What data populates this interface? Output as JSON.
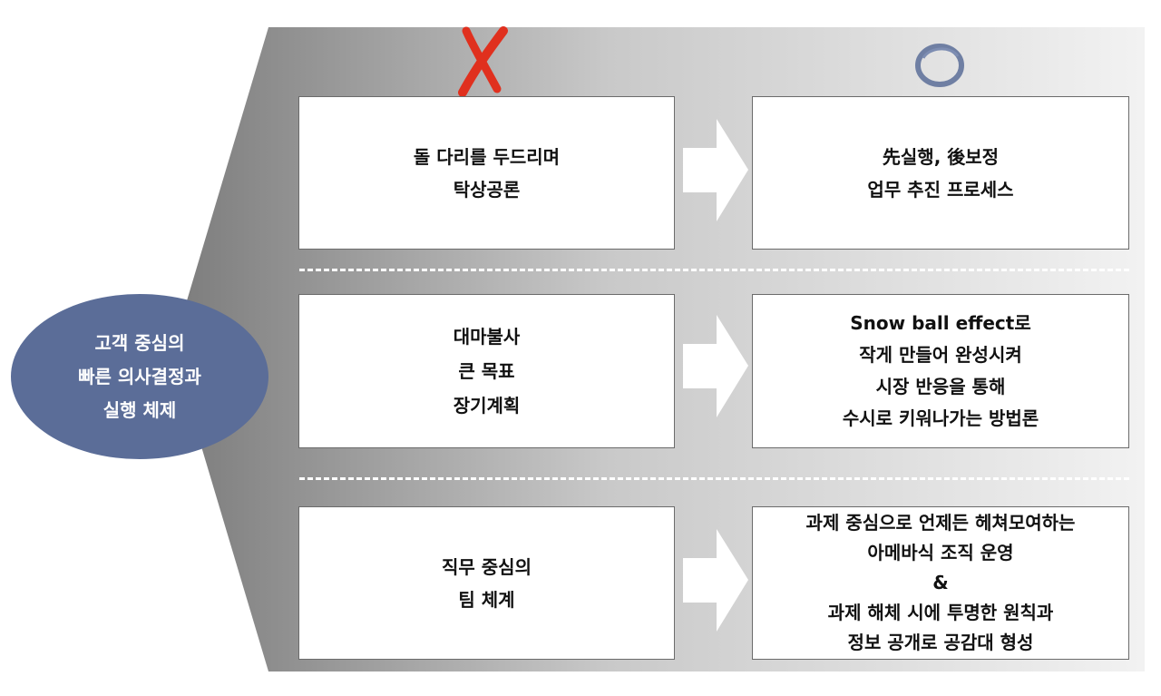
{
  "center": {
    "lines": [
      "고객 중심의",
      "빠른 의사결정과",
      "실행 체제"
    ]
  },
  "marks": {
    "left_symbol": "x-mark-icon",
    "right_symbol": "circle-mark-icon",
    "left_color": "#e0301e",
    "right_color": "#5b6d98"
  },
  "rows": [
    {
      "before": [
        "돌 다리를 두드리며",
        "탁상공론"
      ],
      "after": [
        "先실행, 後보정",
        "업무 추진 프로세스"
      ]
    },
    {
      "before": [
        "대마불사",
        "큰 목표",
        "장기계획"
      ],
      "after": [
        "Snow ball effect로",
        "작게 만들어 완성시켜",
        "시장 반응을 통해",
        "수시로 키워나가는 방법론"
      ]
    },
    {
      "before": [
        "직무 중심의",
        "팀 체계"
      ],
      "after": [
        "과제 중심으로 언제든 헤쳐모여하는",
        "아메바식 조직 운영",
        "&",
        "과제 해체 시에 투명한 원칙과",
        "정보 공개로 공감대 형성"
      ]
    }
  ],
  "colors": {
    "oval": "#5b6d98",
    "gradient_dark": "#7e7e7e",
    "gradient_light": "#f0f0f0"
  }
}
